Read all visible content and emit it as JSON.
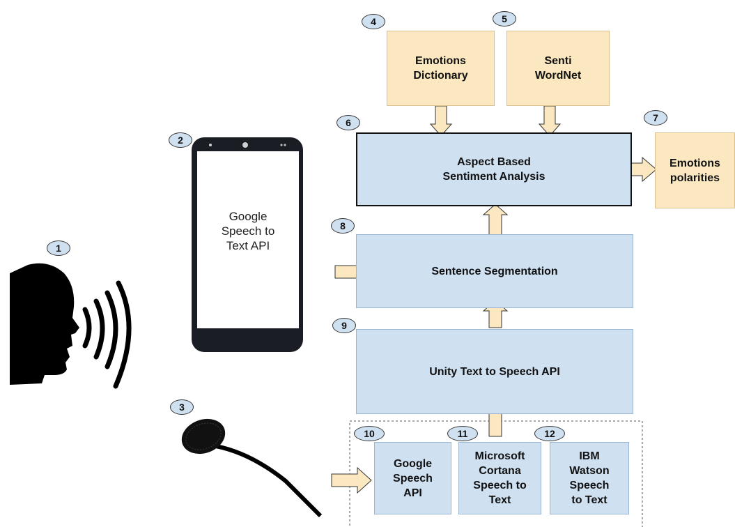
{
  "badges": [
    "1",
    "2",
    "3",
    "4",
    "5",
    "6",
    "7",
    "8",
    "9",
    "10",
    "11",
    "12"
  ],
  "phone": {
    "lines": [
      "Google",
      "Speech to",
      "Text API"
    ]
  },
  "emotions_dictionary": {
    "lines": [
      "Emotions",
      "Dictionary"
    ]
  },
  "sentiwordnet": {
    "lines": [
      "Senti",
      "WordNet"
    ]
  },
  "absa": {
    "lines": [
      "Aspect Based",
      "Sentiment Analysis"
    ]
  },
  "emotions_polarities": {
    "lines": [
      "Emotions",
      "polarities"
    ]
  },
  "sentence_segmentation": {
    "label": "Sentence Segmentation"
  },
  "unity_tts": {
    "label": "Unity Text to Speech API"
  },
  "google_speech_api": {
    "lines": [
      "Google",
      "Speech",
      "API"
    ]
  },
  "ms_cortana": {
    "lines": [
      "Microsoft",
      "Cortana",
      "Speech to",
      "Text"
    ]
  },
  "ibm_watson": {
    "lines": [
      "IBM",
      "Watson",
      "Speech",
      "to Text"
    ]
  },
  "colors": {
    "box_blue": "#cfe0f1",
    "box_beige": "#fbe8c0",
    "arrow_fill": "#fbe8c0"
  },
  "icons": [
    "speaking-head-icon",
    "smartphone-icon",
    "microphone-icon"
  ]
}
